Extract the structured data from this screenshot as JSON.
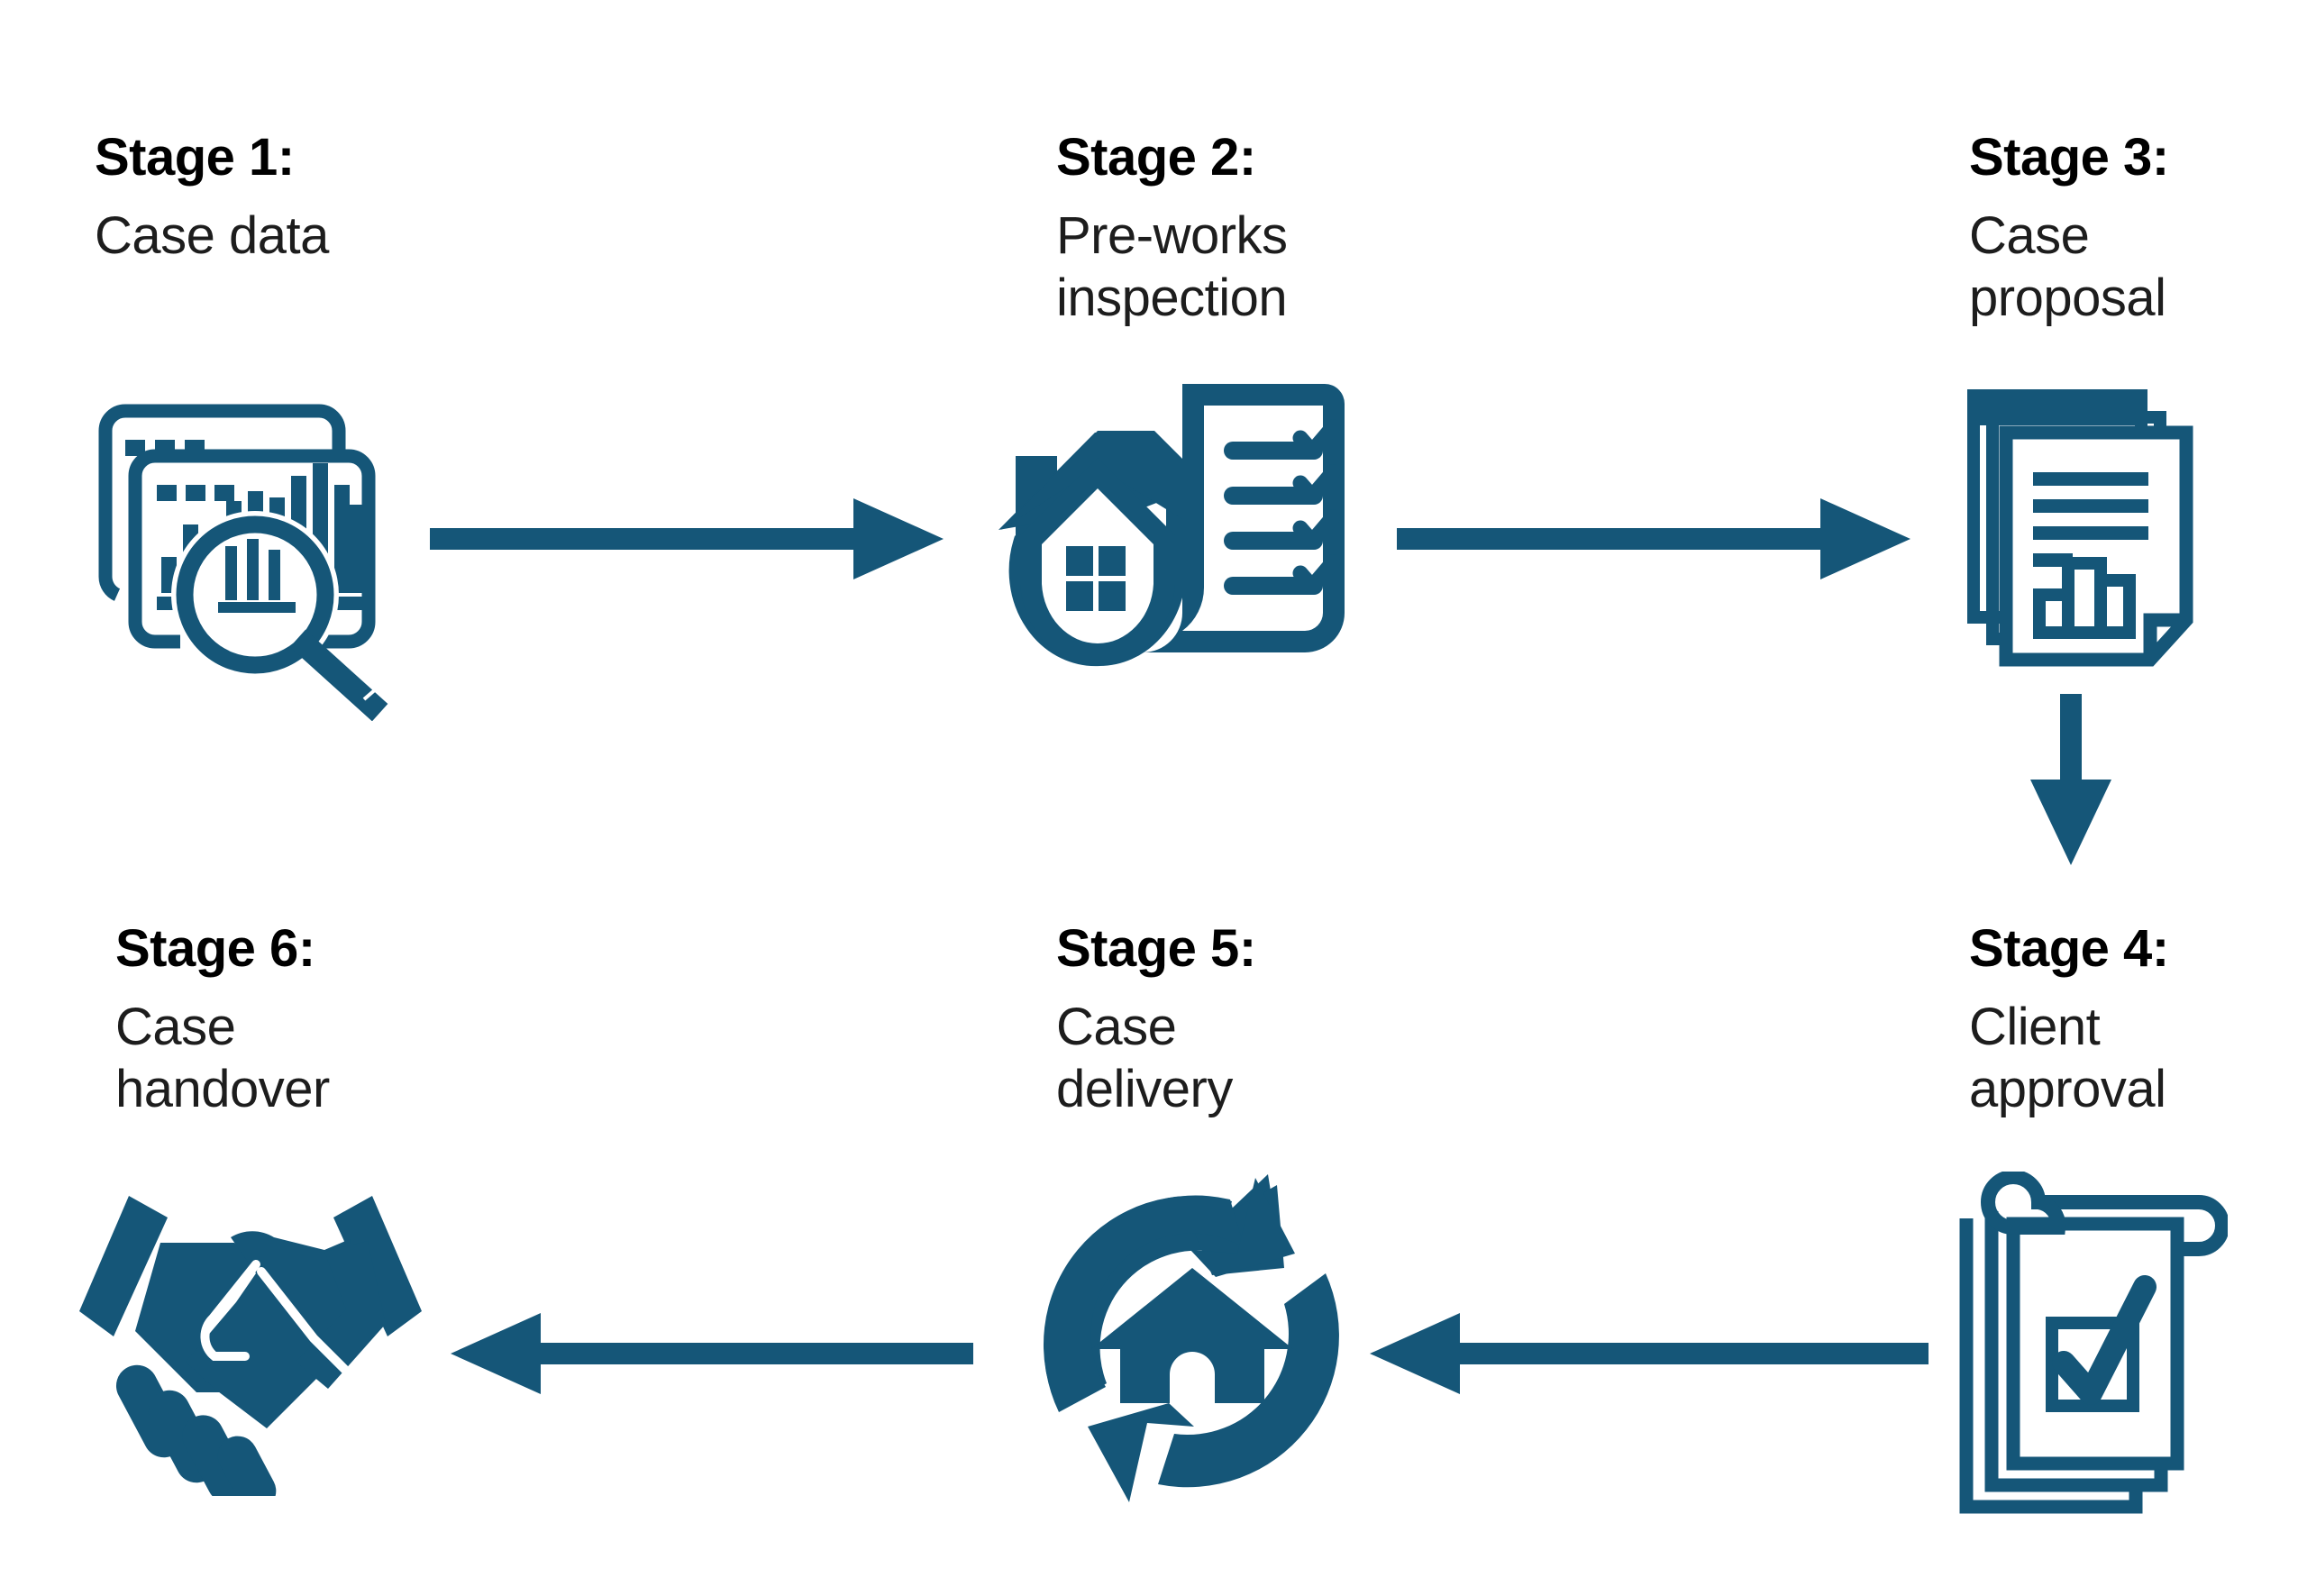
{
  "diagram": {
    "title": "Six-stage case process flow",
    "background_color": "#ffffff",
    "accent_color": "#155678",
    "text_color": "#000000"
  },
  "stages": [
    {
      "id": "stage-1",
      "title": "Stage 1:",
      "subtitle": "Case data",
      "icon": "data-analysis-windows-magnifier-icon"
    },
    {
      "id": "stage-2",
      "title": "Stage 2:",
      "subtitle": "Pre-works\ninspection",
      "icon": "house-checklist-icon"
    },
    {
      "id": "stage-3",
      "title": "Stage 3:",
      "subtitle": "Case\nproposal",
      "icon": "stacked-documents-report-icon"
    },
    {
      "id": "stage-4",
      "title": "Stage 4:",
      "subtitle": "Client\napproval",
      "icon": "signed-document-checkbox-icon"
    },
    {
      "id": "stage-5",
      "title": "Stage 5:",
      "subtitle": "Case\ndelivery",
      "icon": "house-cycle-arrows-icon"
    },
    {
      "id": "stage-6",
      "title": "Stage 6:",
      "subtitle": "Case\nhandover",
      "icon": "handshake-icon"
    }
  ],
  "connectors": [
    {
      "id": "arrow-1-2",
      "from": "stage-1",
      "to": "stage-2",
      "direction": "right",
      "icon": "arrow-right-icon"
    },
    {
      "id": "arrow-2-3",
      "from": "stage-2",
      "to": "stage-3",
      "direction": "right",
      "icon": "arrow-right-icon"
    },
    {
      "id": "arrow-3-4",
      "from": "stage-3",
      "to": "stage-4",
      "direction": "down",
      "icon": "arrow-down-icon"
    },
    {
      "id": "arrow-4-5",
      "from": "stage-4",
      "to": "stage-5",
      "direction": "left",
      "icon": "arrow-left-icon"
    },
    {
      "id": "arrow-5-6",
      "from": "stage-5",
      "to": "stage-6",
      "direction": "left",
      "icon": "arrow-left-icon"
    }
  ]
}
